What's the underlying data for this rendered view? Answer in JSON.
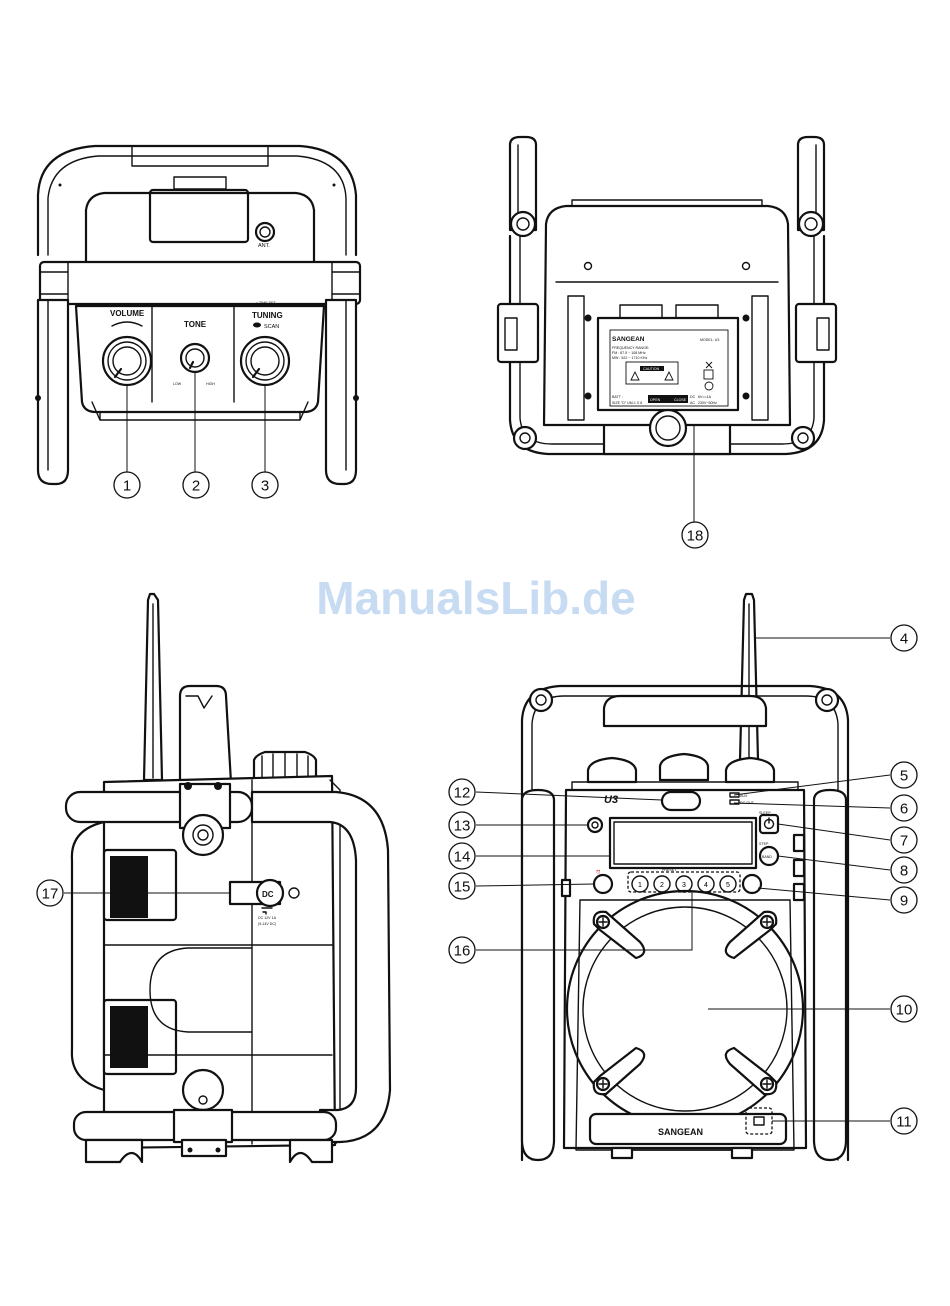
{
  "watermark": "ManualsLib.de",
  "front_top_view": {
    "antenna_label": "ANT.",
    "volume_label": "VOLUME",
    "tone_label": "TONE",
    "tone_low": "LOW",
    "tone_high": "HIGH",
    "tuning_label": "TUNING",
    "tuning_sub": "< TIME SET",
    "scan_label": "SCAN"
  },
  "rear_view": {
    "brand": "SANGEAN",
    "model": "MODEL: U3",
    "freq_title": "FREQUENCY RANGE:",
    "fm": "FM : 87.5 ~ 108   MHz",
    "mw": "MW : 522 ~ 1710  KHz",
    "caution": "CAUTION",
    "batt": "BATT :",
    "size": "SIZE \"D\" UM-1 X 6",
    "dc": "DC",
    "ac": "AC",
    "rating_dc": "6V==1A",
    "rating_ac": "230V~50Hz",
    "open": "OPEN",
    "close": "CLOSE"
  },
  "side_view": {
    "dc_label": "DC",
    "dc_rating_1": "DC 12V 1A",
    "dc_rating_2": "(9-14V DC)"
  },
  "front_view": {
    "logo": "U3",
    "brand": "SANGEAN",
    "aux_label": "AUX",
    "dc_out_label": "DC OUT",
    "sleep_label": "SLEEP",
    "step_label": "STEP",
    "band_label": "BAND",
    "preset_label": "PRESET",
    "presets": [
      "1",
      "2",
      "3",
      "4",
      "5"
    ]
  },
  "callouts": [
    "1",
    "2",
    "3",
    "4",
    "5",
    "6",
    "7",
    "8",
    "9",
    "10",
    "11",
    "12",
    "13",
    "14",
    "15",
    "16",
    "17",
    "18"
  ]
}
